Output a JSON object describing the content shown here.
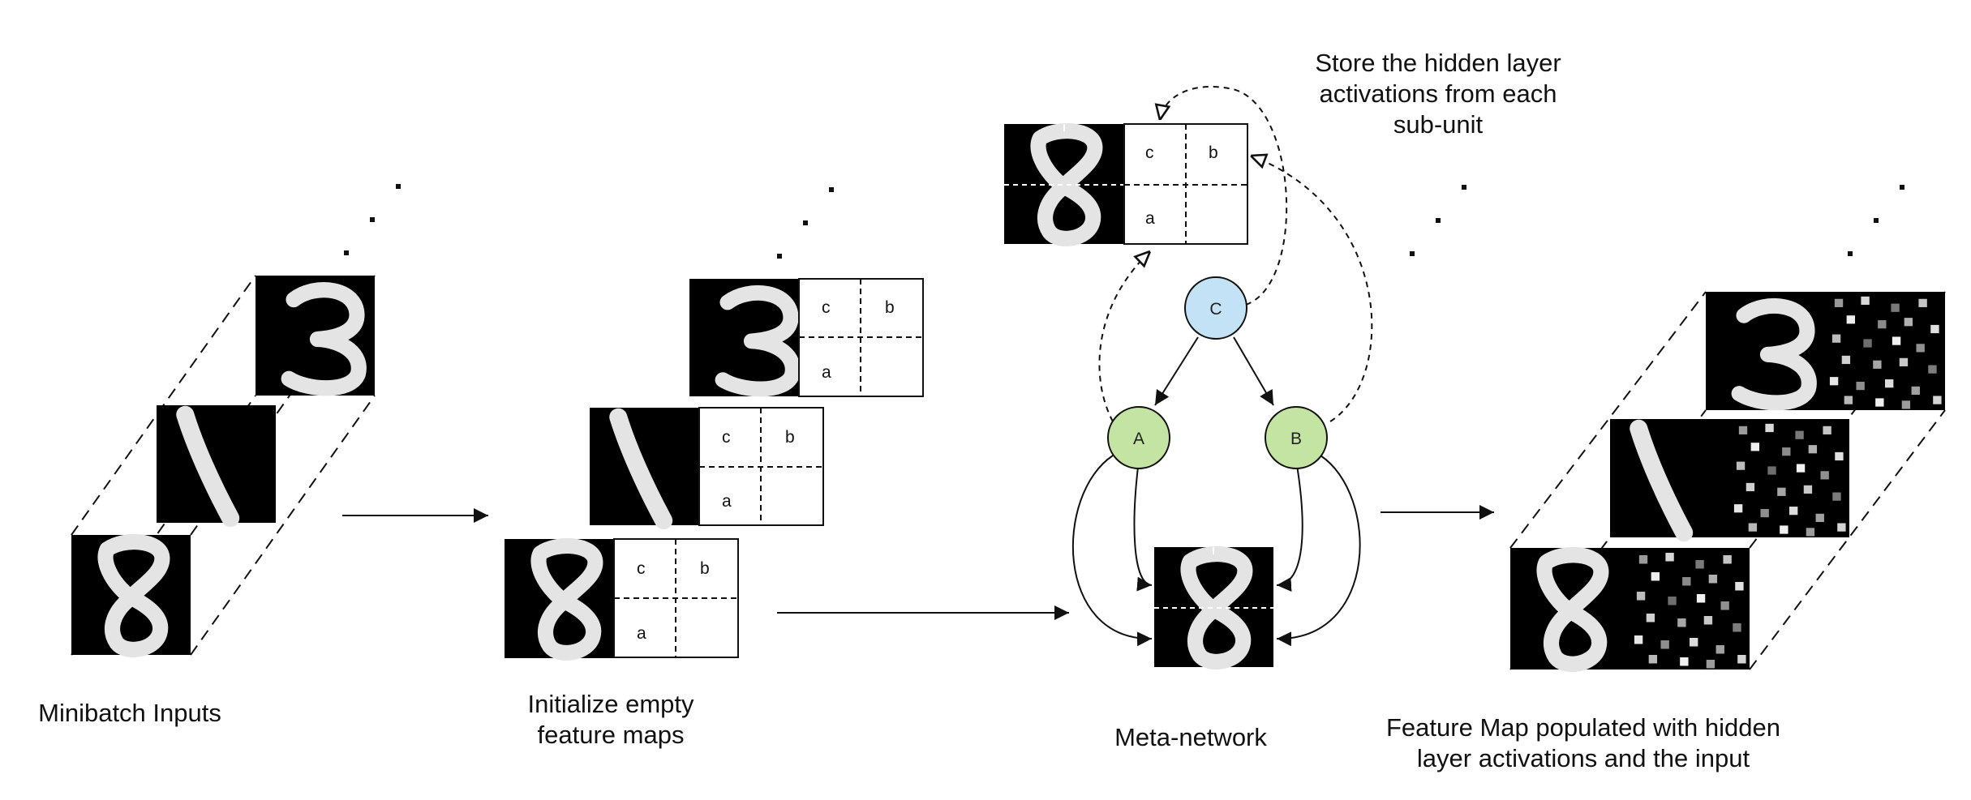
{
  "captions": {
    "minibatch": "Minibatch Inputs",
    "initialize_line1": "Initialize empty",
    "initialize_line2": "feature maps",
    "meta": "Meta-network",
    "store_line1": "Store the hidden layer",
    "store_line2": "activations from each",
    "store_line3": "sub-unit",
    "populated_line1": "Feature Map populated with hidden",
    "populated_line2": "layer activations and the input"
  },
  "cell_labels": {
    "c": "c",
    "b": "b",
    "a": "a"
  },
  "nodes": {
    "c": "C",
    "a": "A",
    "b": "B"
  },
  "colors": {
    "node_c": "#c3e2f5",
    "node_ab": "#c4e4a4",
    "digit_bg": "#000000",
    "digit_stroke": "#e6e6e6"
  },
  "minibatch_digits": [
    "3",
    "1",
    "8"
  ]
}
